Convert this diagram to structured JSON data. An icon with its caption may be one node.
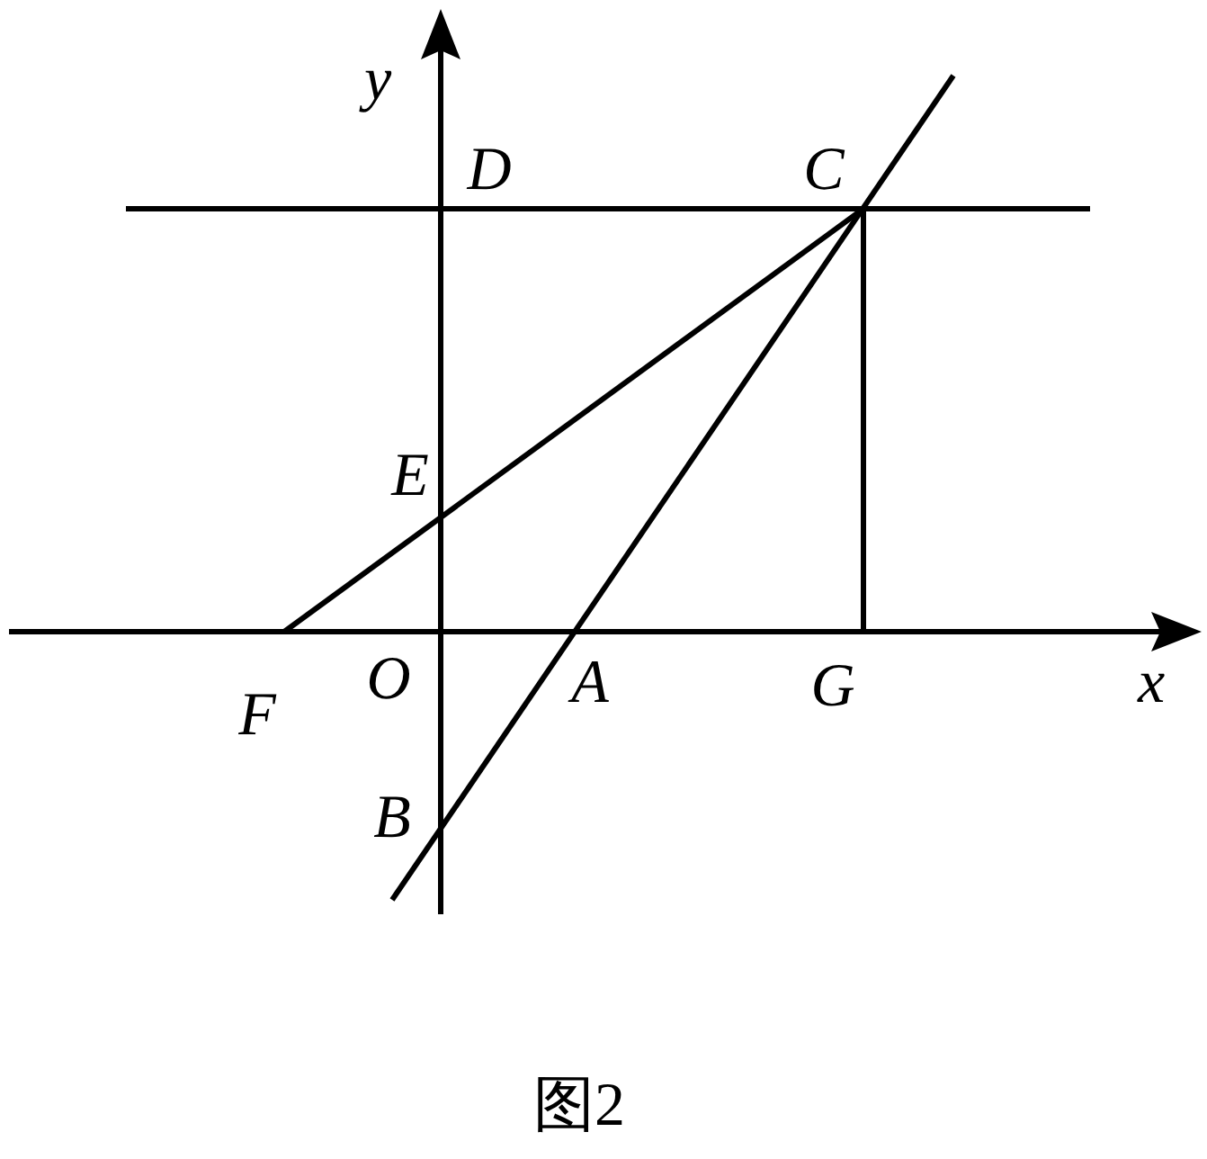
{
  "diagram": {
    "caption": "图2",
    "labels": [
      "y",
      "D",
      "C",
      "E",
      "F",
      "O",
      "A",
      "G",
      "x",
      "B"
    ]
  }
}
